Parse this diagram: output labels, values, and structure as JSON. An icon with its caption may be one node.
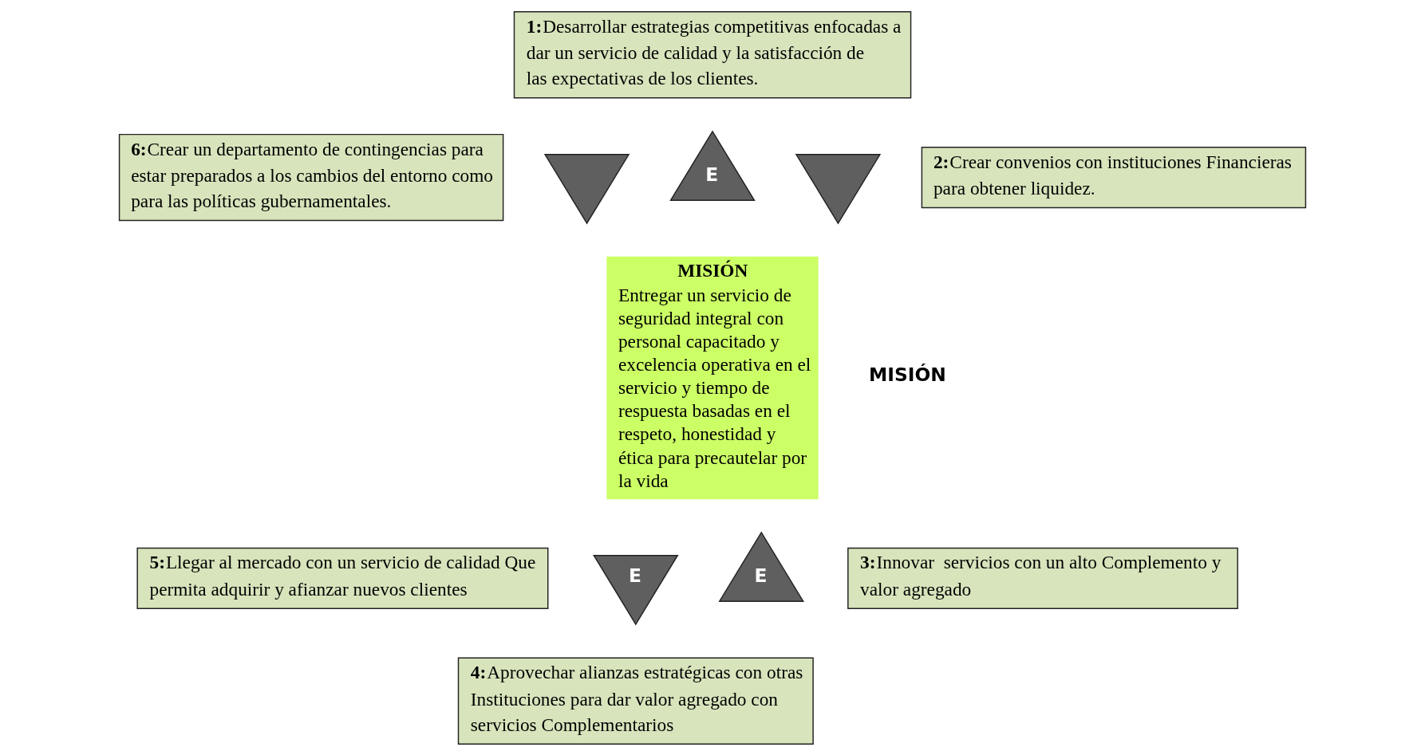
{
  "diagram": {
    "nodes": [
      {
        "text": [
          "1:",
          "Desarrollar estrategias competitivas enfocadas a dar un servicio de calidad y la satisfacción de las expectativas de los clientes."
        ]
      },
      {
        "text": [
          "6:",
          "Crear un departamento de contingencias para estar preparados a los cambios del entorno como para las políticas gubernamentales."
        ]
      },
      {
        "text": [
          "2:",
          "Crear convenios con instituciones Financieras para obtener liquidez."
        ]
      },
      {
        "text": [
          "MISIÓN",
          "Entregar un servicio de seguridad integral con personal capacitado y excelencia operativa en el servicio y tiempo de respuesta basadas en el respeto, honestidad y ética para precautelar por la vida"
        ]
      },
      {
        "text": [
          "5:",
          "Llegar al mercado con un servicio de calidad Que permita adquirir y afianzar nuevos clientes"
        ]
      },
      {
        "text": [
          "3:",
          "Innovar  servicios con un alto Complemento y valor agregado"
        ]
      },
      {
        "text": [
          "4:",
          "Aprovechar alianzas estratégicas con otras Instituciones para dar valor agregado con servicios Complementarios"
        ]
      },
      {
        "text": [
          "E"
        ]
      },
      {
        "text": [],
        "shape": "triangle"
      },
      {
        "text": [],
        "shape": "triangle"
      },
      {
        "text": [
          "E"
        ]
      },
      {
        "text": [
          "E"
        ]
      }
    ],
    "labels": [
      "MISIÓN"
    ]
  }
}
